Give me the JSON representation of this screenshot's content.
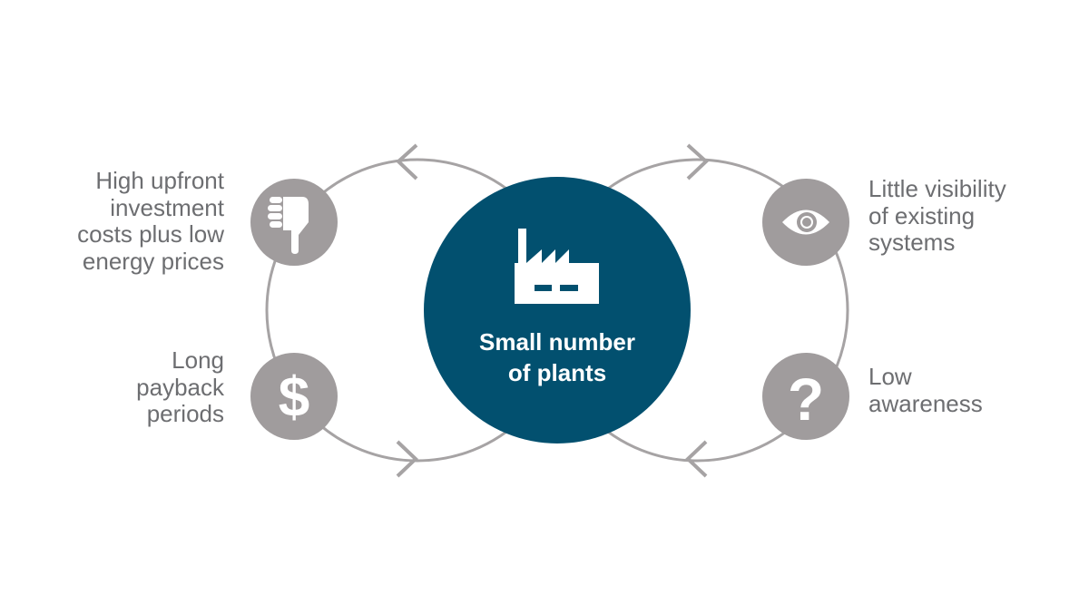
{
  "center": {
    "lines": [
      "Small number",
      "of plants"
    ],
    "icon": "factory-icon"
  },
  "factors": [
    {
      "lines": [
        "High upfront",
        "investment",
        "costs plus low",
        "energy prices"
      ],
      "icon": "thumbs-down-icon"
    },
    {
      "lines": [
        "Long",
        "payback",
        "periods"
      ],
      "icon": "dollar-icon"
    },
    {
      "lines": [
        "Little visibility",
        "of existing",
        "systems"
      ],
      "icon": "eye-icon"
    },
    {
      "lines": [
        "Low",
        "awareness"
      ],
      "icon": "question-mark-icon"
    }
  ],
  "colors": {
    "center": "#02506f",
    "icon_circle": "#a09c9d",
    "loop": "#a6a3a4",
    "text": "#6d6e71"
  }
}
